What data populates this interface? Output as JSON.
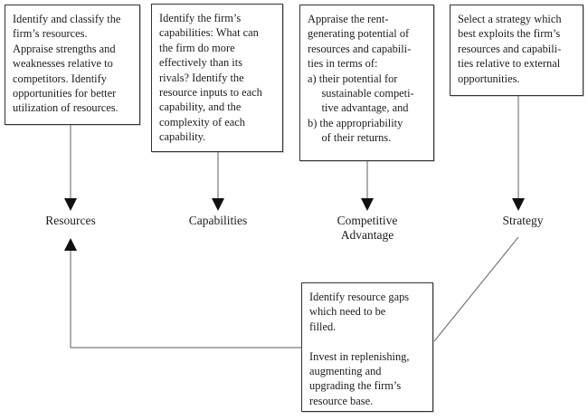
{
  "diagram": {
    "kind": "flow-diagram",
    "description_of_depiction": "Resource-based strategy analysis framework flow diagram",
    "colors": {
      "background": "#ffffff",
      "box_border": "#333333",
      "text": "#1c1c1c",
      "connector_line": "#7a7a7a",
      "arrowhead": "#111111"
    },
    "boxes": {
      "resources": {
        "text": "Identify and classify the\nfirm’s resources.\nAppraise strengths and\nweaknesses relative to\ncompetitors. Identify\nopportunities for better\nutilization of resources."
      },
      "capabilities": {
        "text": "Identify the firm’s\ncapabilities: What can\nthe firm do more\neffectively than its\nrivals? Identify the\nresource inputs to each\ncapability, and the\ncomplexity of each\ncapability."
      },
      "competitive_advantage": {
        "text": "Appraise the rent-\ngenerating potential of\nresources and capabili-\nties in terms of:\na) their potential for\n     sustainable competi-\n     tive advantage, and\nb) the appropriability\n     of their returns."
      },
      "strategy": {
        "text": "Select a strategy which\nbest exploits the firm’s\nresources and capabili-\nties relative to external\nopportunities."
      },
      "resource_gaps": {
        "text": "Identify resource gaps\nwhich need to be\nfilled.\n\nInvest in replenishing,\naugmenting and\nupgrading the firm’s\nresource base."
      }
    },
    "labels": {
      "resources": "Resources",
      "capabilities": "Capabilities",
      "competitive_advantage": "Competitive\nAdvantage",
      "strategy": "Strategy"
    },
    "connections": [
      {
        "from": "resources-box",
        "to": "resources-label",
        "style": "arrow-down"
      },
      {
        "from": "capabilities-box",
        "to": "capabilities-label",
        "style": "arrow-down"
      },
      {
        "from": "competitive-advantage-box",
        "to": "competitive-advantage-label",
        "style": "arrow-down"
      },
      {
        "from": "strategy-box",
        "to": "strategy-label",
        "style": "arrow-down"
      },
      {
        "from": "strategy-label",
        "to": "resource-gaps-box",
        "style": "plain-diagonal"
      },
      {
        "from": "resource-gaps-box",
        "to": "resources-label",
        "style": "elbow-arrow-up"
      }
    ]
  }
}
